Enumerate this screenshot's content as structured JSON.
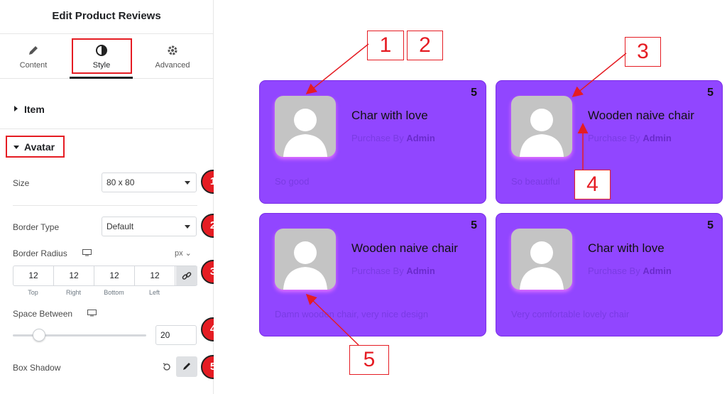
{
  "panel": {
    "title": "Edit Product Reviews",
    "tabs": [
      {
        "label": "Content",
        "icon": "pencil-icon"
      },
      {
        "label": "Style",
        "icon": "half-circle-icon"
      },
      {
        "label": "Advanced",
        "icon": "gear-icon"
      }
    ],
    "active_tab": "Style",
    "sections": {
      "item": "Item",
      "avatar": "Avatar"
    },
    "controls": {
      "size": {
        "label": "Size",
        "value": "80 x 80"
      },
      "border_type": {
        "label": "Border Type",
        "value": "Default"
      },
      "border_radius": {
        "label": "Border Radius",
        "unit": "px",
        "top": "12",
        "right": "12",
        "bottom": "12",
        "left": "12",
        "top_label": "Top",
        "right_label": "Right",
        "bottom_label": "Bottom",
        "left_label": "Left"
      },
      "space_between": {
        "label": "Space Between",
        "value": "20",
        "slider_level": 0.2
      },
      "box_shadow": {
        "label": "Box Shadow"
      }
    },
    "badges": [
      "1",
      "2",
      "3",
      "4",
      "5"
    ]
  },
  "preview": {
    "cards": [
      {
        "title": "Char with love",
        "purchased_prefix": "Purchase By",
        "purchased_by": "Admin",
        "rating": "5",
        "review": "So good"
      },
      {
        "title": "Wooden naive chair",
        "purchased_prefix": "Purchase By",
        "purchased_by": "Admin",
        "rating": "5",
        "review": "So beautiful"
      },
      {
        "title": "Wooden naive chair",
        "purchased_prefix": "Purchase By",
        "purchased_by": "Admin",
        "rating": "5",
        "review": "Damn wooden chair, very nice design"
      },
      {
        "title": "Char with love",
        "purchased_prefix": "Purchase By",
        "purchased_by": "Admin",
        "rating": "5",
        "review": "Very comfortable lovely chair"
      }
    ],
    "callouts": [
      "1",
      "2",
      "3",
      "4",
      "5"
    ]
  },
  "colors": {
    "accent_red": "#e51c23",
    "card_purple": "#9146ff",
    "avatar_gray": "#c4c4c4"
  }
}
